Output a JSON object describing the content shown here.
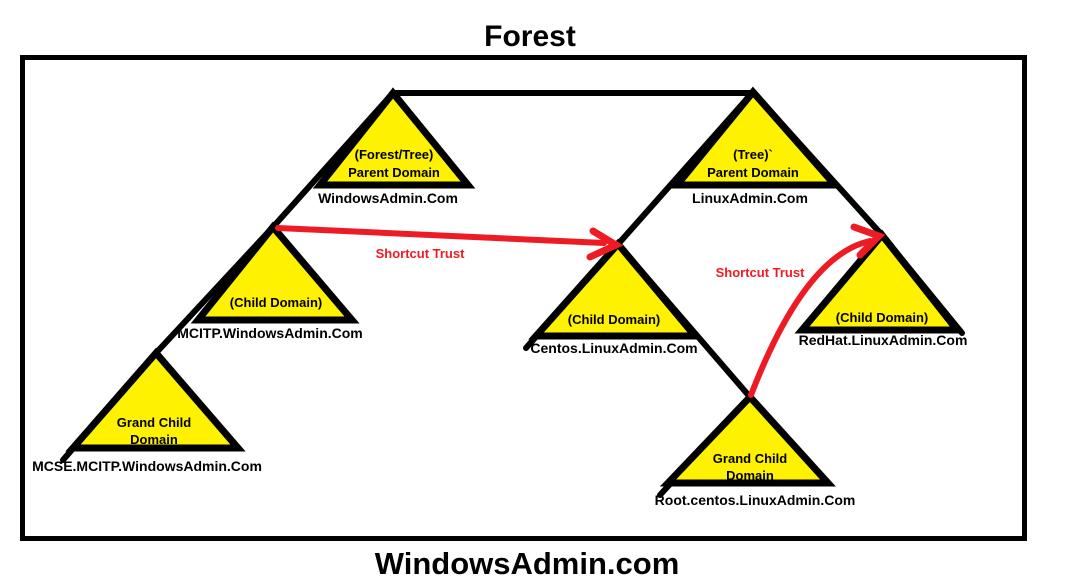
{
  "diagram": {
    "title": "Forest",
    "footer": "WindowsAdmin.com"
  },
  "colors": {
    "triangle_fill": "#FFF200",
    "line_black": "#000000",
    "trust_red": "#ED1C24",
    "background": "#FFFFFF"
  },
  "domains": [
    {
      "label_line1": "(Forest/Tree)",
      "label_line2": "Parent Domain",
      "fqdn": "WindowsAdmin.Com"
    },
    {
      "label_line1": "(Tree)`",
      "label_line2": "Parent Domain",
      "fqdn": "LinuxAdmin.Com"
    },
    {
      "label_line1": "(Child Domain)",
      "fqdn": "MCITP.WindowsAdmin.Com"
    },
    {
      "label_line1": "(Child Domain)",
      "fqdn": "Centos.LinuxAdmin.Com"
    },
    {
      "label_line1": "(Child Domain)",
      "fqdn": "RedHat.LinuxAdmin.Com"
    },
    {
      "label_line1": "Grand Child",
      "label_line2": "Domain",
      "fqdn": "MCSE.MCITP.WindowsAdmin.Com"
    },
    {
      "label_line1": "Grand Child",
      "label_line2": "Domain",
      "fqdn": "Root.centos.LinuxAdmin.Com"
    }
  ],
  "trusts": [
    {
      "label": "Shortcut Trust",
      "from": "MCITP.WindowsAdmin.Com",
      "to": "Centos.LinuxAdmin.Com"
    },
    {
      "label": "Shortcut Trust",
      "from": "Root.centos.LinuxAdmin.Com",
      "to": "RedHat.LinuxAdmin.Com"
    }
  ]
}
